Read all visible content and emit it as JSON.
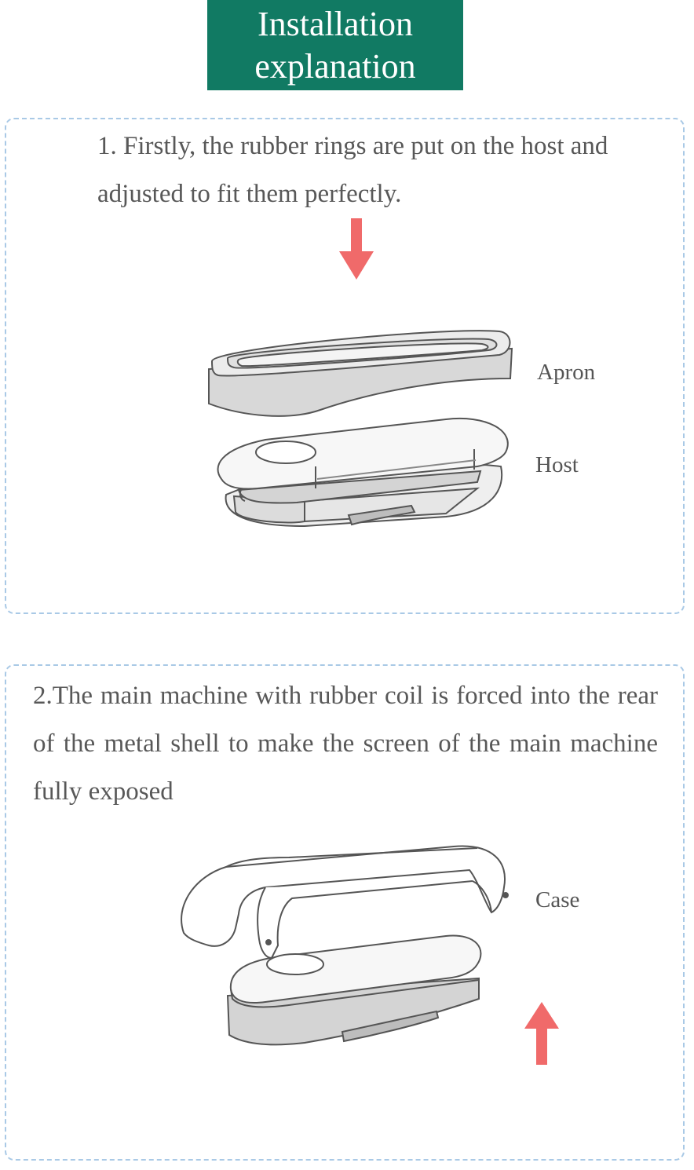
{
  "header": {
    "title_line1": "Installation",
    "title_line2": "explanation"
  },
  "steps": [
    {
      "text": "1. Firstly, the rubber rings are put on the host and adjusted to fit them perfectly.",
      "labels": {
        "apron": "Apron",
        "host": "Host"
      },
      "arrow": "down-arrow-icon"
    },
    {
      "text": "2.The main machine with rubber coil is forced into the rear of the metal shell to make the screen of the main machine fully exposed",
      "labels": {
        "case": "Case"
      },
      "arrow": "up-arrow-icon"
    }
  ],
  "colors": {
    "banner": "#117a63",
    "arrow": "#f06a6a",
    "border": "#a9c9e6"
  }
}
